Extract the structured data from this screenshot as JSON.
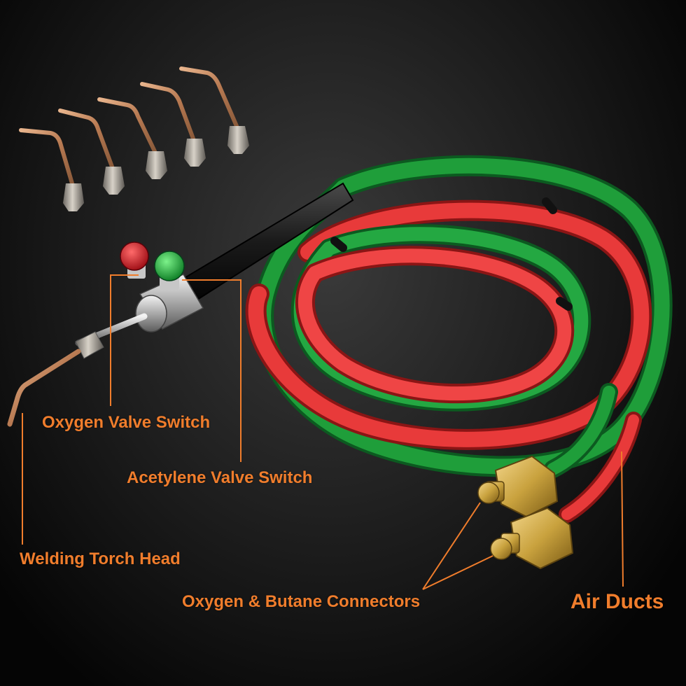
{
  "labels": {
    "oxygen_valve": "Oxygen Valve Switch",
    "acetylene_valve": "Acetylene Valve Switch",
    "torch_head": "Welding Torch Head",
    "connectors": "Oxygen & Butane Connectors",
    "air_ducts": "Air Ducts"
  },
  "colors": {
    "callout": "#f07d2c",
    "hose_red": "#e83a3a",
    "hose_green": "#1f9e3a",
    "brass": "#c9a23e",
    "copper": "#c88a5c"
  }
}
